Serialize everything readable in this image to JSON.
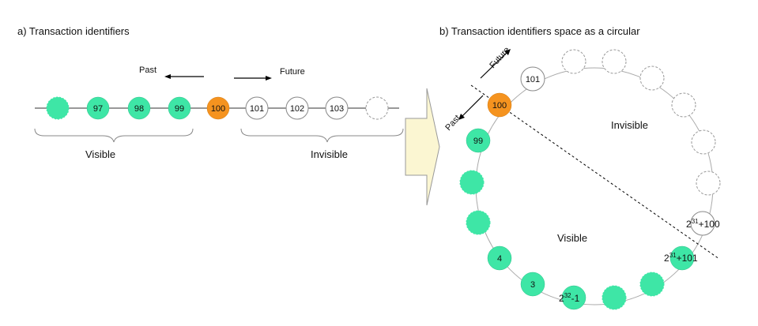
{
  "panel_a": {
    "title": "a)  Transaction identifiers",
    "past_label": "Past",
    "future_label": "Future",
    "visible_label": "Visible",
    "invisible_label": "Invisible",
    "nodes": [
      {
        "label": "",
        "state": "visible"
      },
      {
        "label": "97",
        "state": "visible"
      },
      {
        "label": "98",
        "state": "visible"
      },
      {
        "label": "99",
        "state": "visible"
      },
      {
        "label": "100",
        "state": "current"
      },
      {
        "label": "101",
        "state": "invisible"
      },
      {
        "label": "102",
        "state": "invisible"
      },
      {
        "label": "103",
        "state": "invisible"
      },
      {
        "label": "",
        "state": "dashed"
      }
    ]
  },
  "panel_b": {
    "title": "b)  Transaction identifiers space as a circular",
    "past_label": "Past",
    "future_label": "Future",
    "visible_label": "Visible",
    "invisible_label": "Invisible",
    "label_101": "101",
    "label_100": "100",
    "label_99": "99",
    "label_4": "4",
    "label_3": "3",
    "label_2_32": "2",
    "label_2_32_sup": "32",
    "label_2_32_suffix": "-1",
    "label_2_31_100": "2",
    "label_2_31_100_sup": "31",
    "label_2_31_100_suffix": "+100",
    "label_2_31_101": "2",
    "label_2_31_101_sup": "31",
    "label_2_31_101_suffix": "+101"
  },
  "colors": {
    "visible": "#3ee6a6",
    "current": "#f5931f",
    "invisible": "#ffffff",
    "stroke": "#888888",
    "arrow_fill": "#fbf6d2"
  }
}
